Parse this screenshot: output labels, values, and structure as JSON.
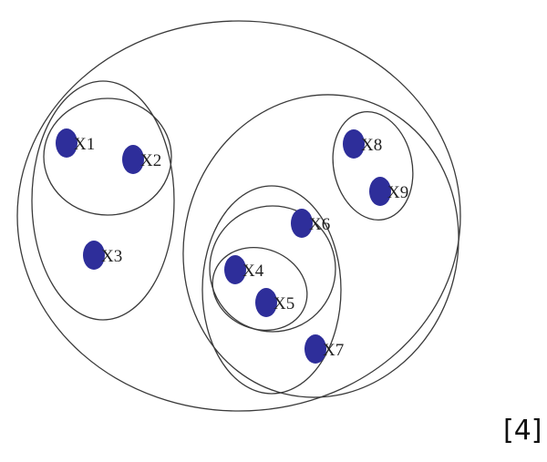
{
  "diagram": {
    "point_color": "#2e2e9a",
    "points": [
      {
        "label": "X1"
      },
      {
        "label": "X2"
      },
      {
        "label": "X3"
      },
      {
        "label": "X4"
      },
      {
        "label": "X5"
      },
      {
        "label": "X6"
      },
      {
        "label": "X7"
      },
      {
        "label": "X8"
      },
      {
        "label": "X9"
      }
    ]
  },
  "citation": "[4]"
}
